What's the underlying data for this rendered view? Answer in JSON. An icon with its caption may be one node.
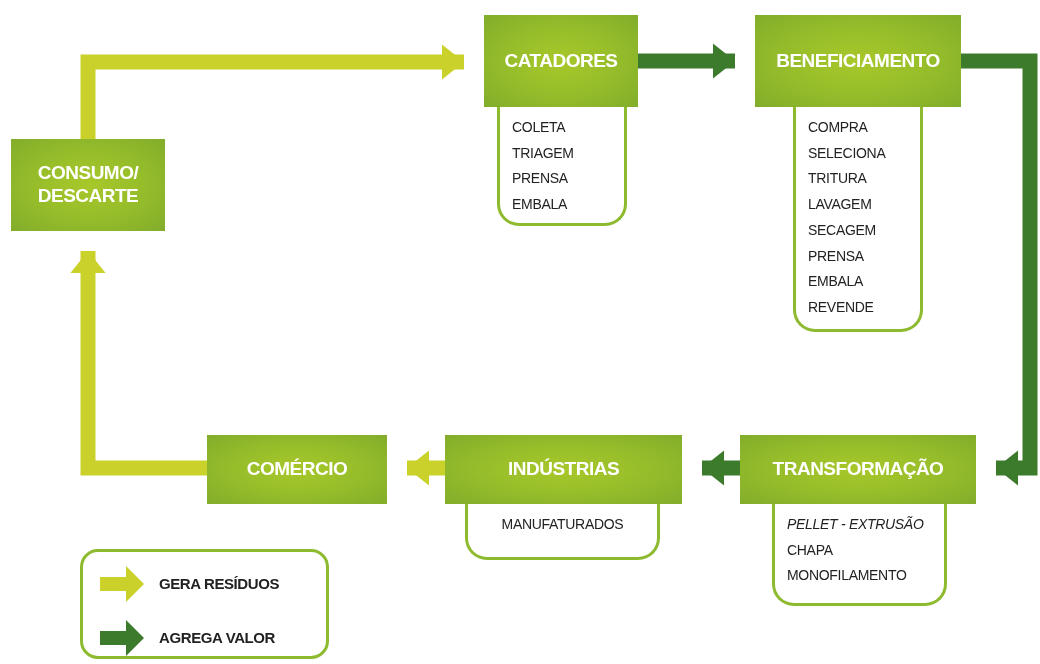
{
  "diagram": {
    "nodes": [
      {
        "text": [
          "CONSUMO/ DESCARTE"
        ]
      },
      {
        "text": [
          "CATADORES"
        ]
      },
      {
        "text": [
          "COLETA",
          "TRIAGEM",
          "PRENSA",
          "EMBALA"
        ]
      },
      {
        "text": [
          "BENEFICIAMENTO"
        ]
      },
      {
        "text": [
          "COMPRA",
          "SELECIONA",
          "TRITURA",
          "LAVAGEM",
          "SECAGEM",
          "PRENSA",
          "EMBALA",
          "REVENDE"
        ]
      },
      {
        "text": [
          "TRANSFORMAÇÃO"
        ]
      },
      {
        "text": [
          "PELLET - EXTRUSÃO",
          "CHAPA",
          "MONOFILAMENTO"
        ]
      },
      {
        "text": [
          "INDÚSTRIAS"
        ]
      },
      {
        "text": [
          "MANUFATURADOS"
        ]
      },
      {
        "text": [
          "COMÉRCIO"
        ]
      }
    ],
    "edges": [
      {
        "from": 0,
        "to": 1,
        "arrow": "to",
        "color": "#c9d12a"
      },
      {
        "from": 1,
        "to": 3,
        "arrow": "to",
        "color": "#3c7a2c"
      },
      {
        "from": 3,
        "to": 5,
        "arrow": "to",
        "color": "#3c7a2c"
      },
      {
        "from": 5,
        "to": 7,
        "arrow": "to",
        "color": "#3c7a2c"
      },
      {
        "from": 7,
        "to": 9,
        "arrow": "to",
        "color": "#c9d12a"
      },
      {
        "from": 9,
        "to": 0,
        "arrow": "to",
        "color": "#c9d12a"
      }
    ],
    "legend": [
      {
        "text": "GERA RESÍDUOS"
      },
      {
        "text": "AGREGA VALOR"
      }
    ]
  }
}
